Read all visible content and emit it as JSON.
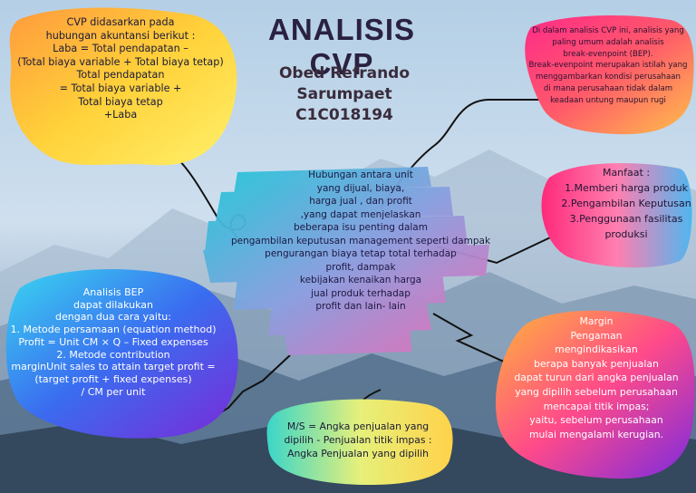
{
  "title": "ANALISIS CVP",
  "author": {
    "name": "Obed Refrando Sarumpaet",
    "id": "C1C018194"
  },
  "nodes": {
    "top_left": "CVP didasarkan pada\nhubungan akuntansi berikut :\nLaba = Total pendapatan –\n(Total biaya variable + Total biaya tetap)\nTotal pendapatan\n= Total biaya variable +\nTotal biaya tetap\n+Laba",
    "top_right": "Di dalam analisis CVP ini, analisis yang\npaling umum adalah analisis\nbreak-evenpoint (BEP).\nBreak-evenpoint merupakan istilah yang\nmenggambarkan kondisi perusahaan\ndi mana perusahaan tidak dalam\nkeadaan untung maupun rugi",
    "center": "Hubungan antara unit\nyang dijual, biaya,\nharga jual , dan profit\n,yang dapat menjelaskan\nbeberapa isu penting dalam\npengambilan keputusan management seperti dampak\npengurangan biaya tetap total terhadap\nprofit, dampak\nkebijakan kenaikan harga\njual produk terhadap\nprofit dan lain- lain",
    "right": "Manfaat :\n1.Memberi harga produk\n2.Pengambilan Keputusan\n3.Penggunaan fasilitas\nproduksi",
    "left": "Analisis BEP\ndapat dilakukan\ndengan dua cara yaitu:\n1. Metode persamaan (equation method)\nProfit = Unit CM × Q – Fixed expenses\n2. Metode contribution\nmarginUnit sales to attain target profit =\n(target profit + fixed expenses)\n/ CM per unit",
    "bottom": "M/S = Angka penjualan yang\ndipilih - Penjualan titik impas :\nAngka Penjualan yang dipilih",
    "bottom_right": "Margin\nPengaman\nmengindikasikan\nberapa  banyak penjualan\ndapat turun dari angka penjualan\nyang dipilih sebelum perusahaan\nmencapai titik impas;\nyaitu, sebelum perusahaan\nmulai mengalami kerugian."
  }
}
